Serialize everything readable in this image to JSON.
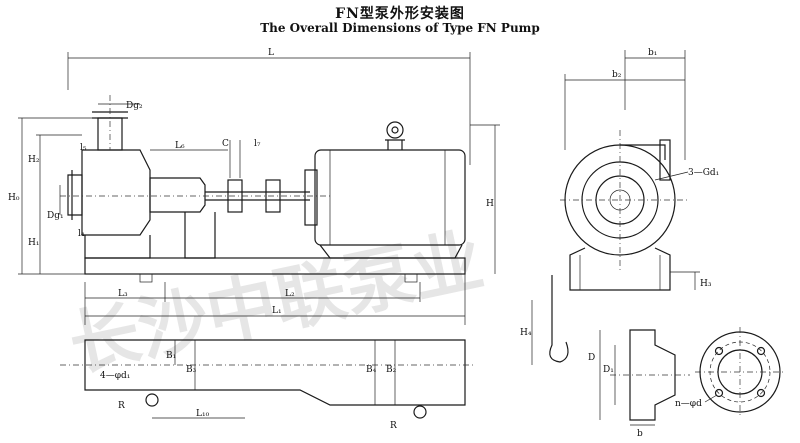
{
  "header": {
    "title": "FN型泵外形安装图",
    "subtitle": "The Overall Dimensions of Type FN Pump"
  },
  "watermark": {
    "text": "长沙中联泵业"
  },
  "labels": {
    "L": "L",
    "Dg2": "Dg₂",
    "H2": "H₂",
    "H0": "H₀",
    "H1": "H₁",
    "Dg1": "Dg₁",
    "l5": "l₅",
    "l4": "l₄",
    "L6": "L₆",
    "C": "C",
    "l7": "l₇",
    "H": "H",
    "L3": "L₃",
    "L2": "L₂",
    "L1": "L₁",
    "b1": "b₁",
    "b2": "b₂",
    "Gd1": "3—Gd₁",
    "H3": "H₃",
    "H4": "H₄",
    "D": "D",
    "D1": "D₁",
    "b": "b",
    "nd": "n—φd",
    "d1": "4—φd₁",
    "B1": "B₁",
    "B2": "B₂",
    "B3": "B₃",
    "B4": "B₄",
    "R": "R",
    "R2": "R",
    "L10": "L₁₀"
  }
}
